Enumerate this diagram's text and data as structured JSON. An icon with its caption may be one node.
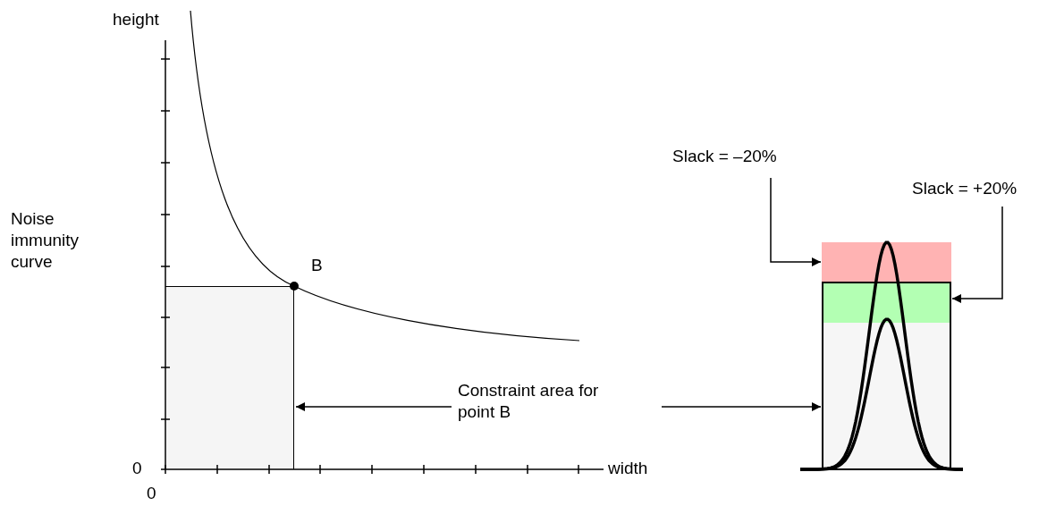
{
  "diagram": {
    "nodes": [
      {
        "text": [
          "Constraint area for point B"
        ]
      },
      {
        "text": [],
        "shape": "box"
      },
      {
        "text": [],
        "shape": "box"
      },
      {
        "text": [
          "Slack = –20%"
        ]
      },
      {
        "text": [],
        "shape": "box"
      },
      {
        "text": [
          "Slack = +20%"
        ]
      },
      {
        "text": [],
        "shape": "box",
        "in": 2
      }
    ],
    "edges": [
      {
        "from": 0,
        "to": 1,
        "arrow": "to"
      },
      {
        "from": 0,
        "to": 2,
        "arrow": "to"
      },
      {
        "from": 3,
        "to": 4,
        "arrow": "to"
      },
      {
        "from": 5,
        "to": 2,
        "arrow": "to"
      }
    ],
    "labels": [
      "height",
      "Noise immunity curve",
      "B",
      "0",
      "width",
      "0"
    ]
  }
}
